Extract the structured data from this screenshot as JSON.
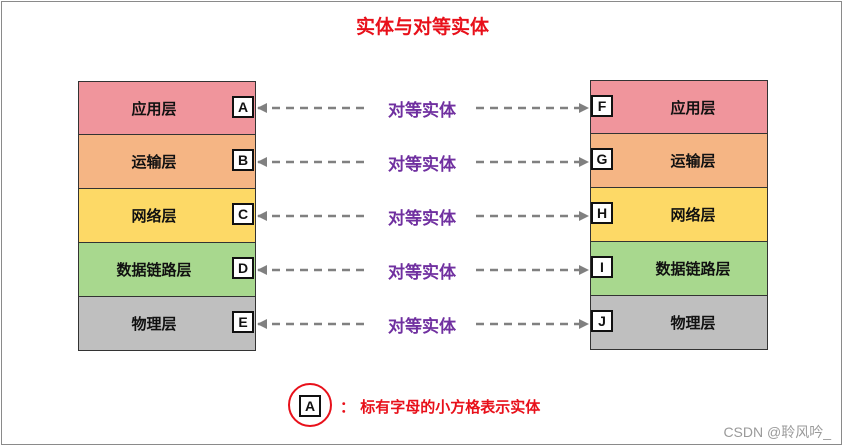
{
  "title": "实体与对等实体",
  "left_stack": [
    {
      "label": "应用层",
      "entity": "A",
      "color": "#f0959c"
    },
    {
      "label": "运输层",
      "entity": "B",
      "color": "#f5b584"
    },
    {
      "label": "网络层",
      "entity": "C",
      "color": "#fdd966"
    },
    {
      "label": "数据链路层",
      "entity": "D",
      "color": "#a8d88e"
    },
    {
      "label": "物理层",
      "entity": "E",
      "color": "#bfbfbf"
    }
  ],
  "right_stack": [
    {
      "label": "应用层",
      "entity": "F",
      "color": "#f0959c"
    },
    {
      "label": "运输层",
      "entity": "G",
      "color": "#f5b584"
    },
    {
      "label": "网络层",
      "entity": "H",
      "color": "#fdd966"
    },
    {
      "label": "数据链路层",
      "entity": "I",
      "color": "#a8d88e"
    },
    {
      "label": "物理层",
      "entity": "J",
      "color": "#bfbfbf"
    }
  ],
  "peer_label": "对等实体",
  "legend": {
    "entity": "A",
    "text": "：  标有字母的小方格表示实体"
  },
  "watermark": "CSDN @聆风吟_",
  "colors": {
    "title": "#e8101a",
    "peer_text": "#7030a0",
    "arrow": "#808080"
  }
}
